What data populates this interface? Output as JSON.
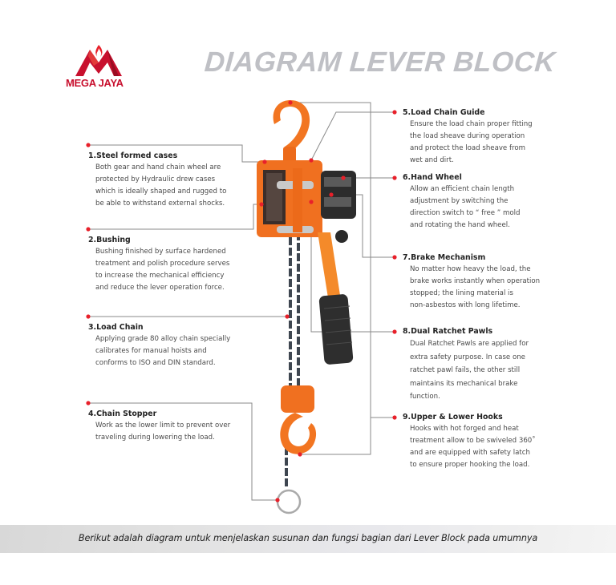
{
  "brand": {
    "name": "MEGA JAYA",
    "color": "#c8102e"
  },
  "title": "DIAGRAM LEVER BLOCK",
  "colors": {
    "accent_dot": "#e8202a",
    "product_orange": "#f07020",
    "line": "#8a8a8a",
    "title_gray": "#bfc0c5"
  },
  "parts": [
    {
      "number": "1.",
      "name": "Steel formed cases",
      "lines": [
        "Both gear and hand chain wheel are",
        "protected by Hydraulic drew cases",
        "which is ideally shaped and rugged to",
        "be able to withstand external shocks."
      ]
    },
    {
      "number": "2.",
      "name": "Bushing",
      "lines": [
        "Bushing finished by surface hardened",
        "treatment and polish procedure serves",
        "to increase the mechanical efficiency",
        "and reduce the lever operation force."
      ]
    },
    {
      "number": "3.",
      "name": "Load Chain",
      "lines": [
        "Applying grade 80 alloy chain specially",
        "calibrates for manual hoists and",
        "conforms to ISO and DIN standard."
      ]
    },
    {
      "number": "4.",
      "name": "Chain Stopper",
      "lines": [
        "Work as the lower limit to prevent over",
        "traveling during lowering the load."
      ]
    },
    {
      "number": "5.",
      "name": "Load Chain Guide",
      "lines": [
        "Ensure the load chain proper fitting",
        "the load sheave during operation",
        "and protect the load sheave from",
        "wet and dirt."
      ]
    },
    {
      "number": "6.",
      "name": "Hand Wheel",
      "lines": [
        "Allow an efficient chain length",
        "adjustment by switching the",
        "direction switch to “ free ”  mold",
        "and rotating the hand wheel."
      ]
    },
    {
      "number": "7.",
      "name": "Brake Mechanism",
      "lines": [
        "No matter how heavy the load, the",
        "brake works instantly when operation",
        "stopped; the lining material is",
        "non-asbestos with long lifetime."
      ]
    },
    {
      "number": "8.",
      "name": "Dual Ratchet Pawls",
      "lines": [
        "Dual Ratchet Pawls are applied for",
        "extra safety purpose.  In case one",
        "ratchet pawl fails, the other still",
        "maintains its mechanical brake",
        "function."
      ]
    },
    {
      "number": "9.",
      "name": "Upper & Lower Hooks",
      "lines": [
        "Hooks with hot forged and heat",
        "treatment allow to be swiveled 360˚",
        "and are equipped with safety latch",
        "to ensure proper hooking the load."
      ]
    }
  ],
  "footer": "Berikut adalah diagram untuk menjelaskan susunan dan fungsi bagian dari Lever Block pada umumnya"
}
